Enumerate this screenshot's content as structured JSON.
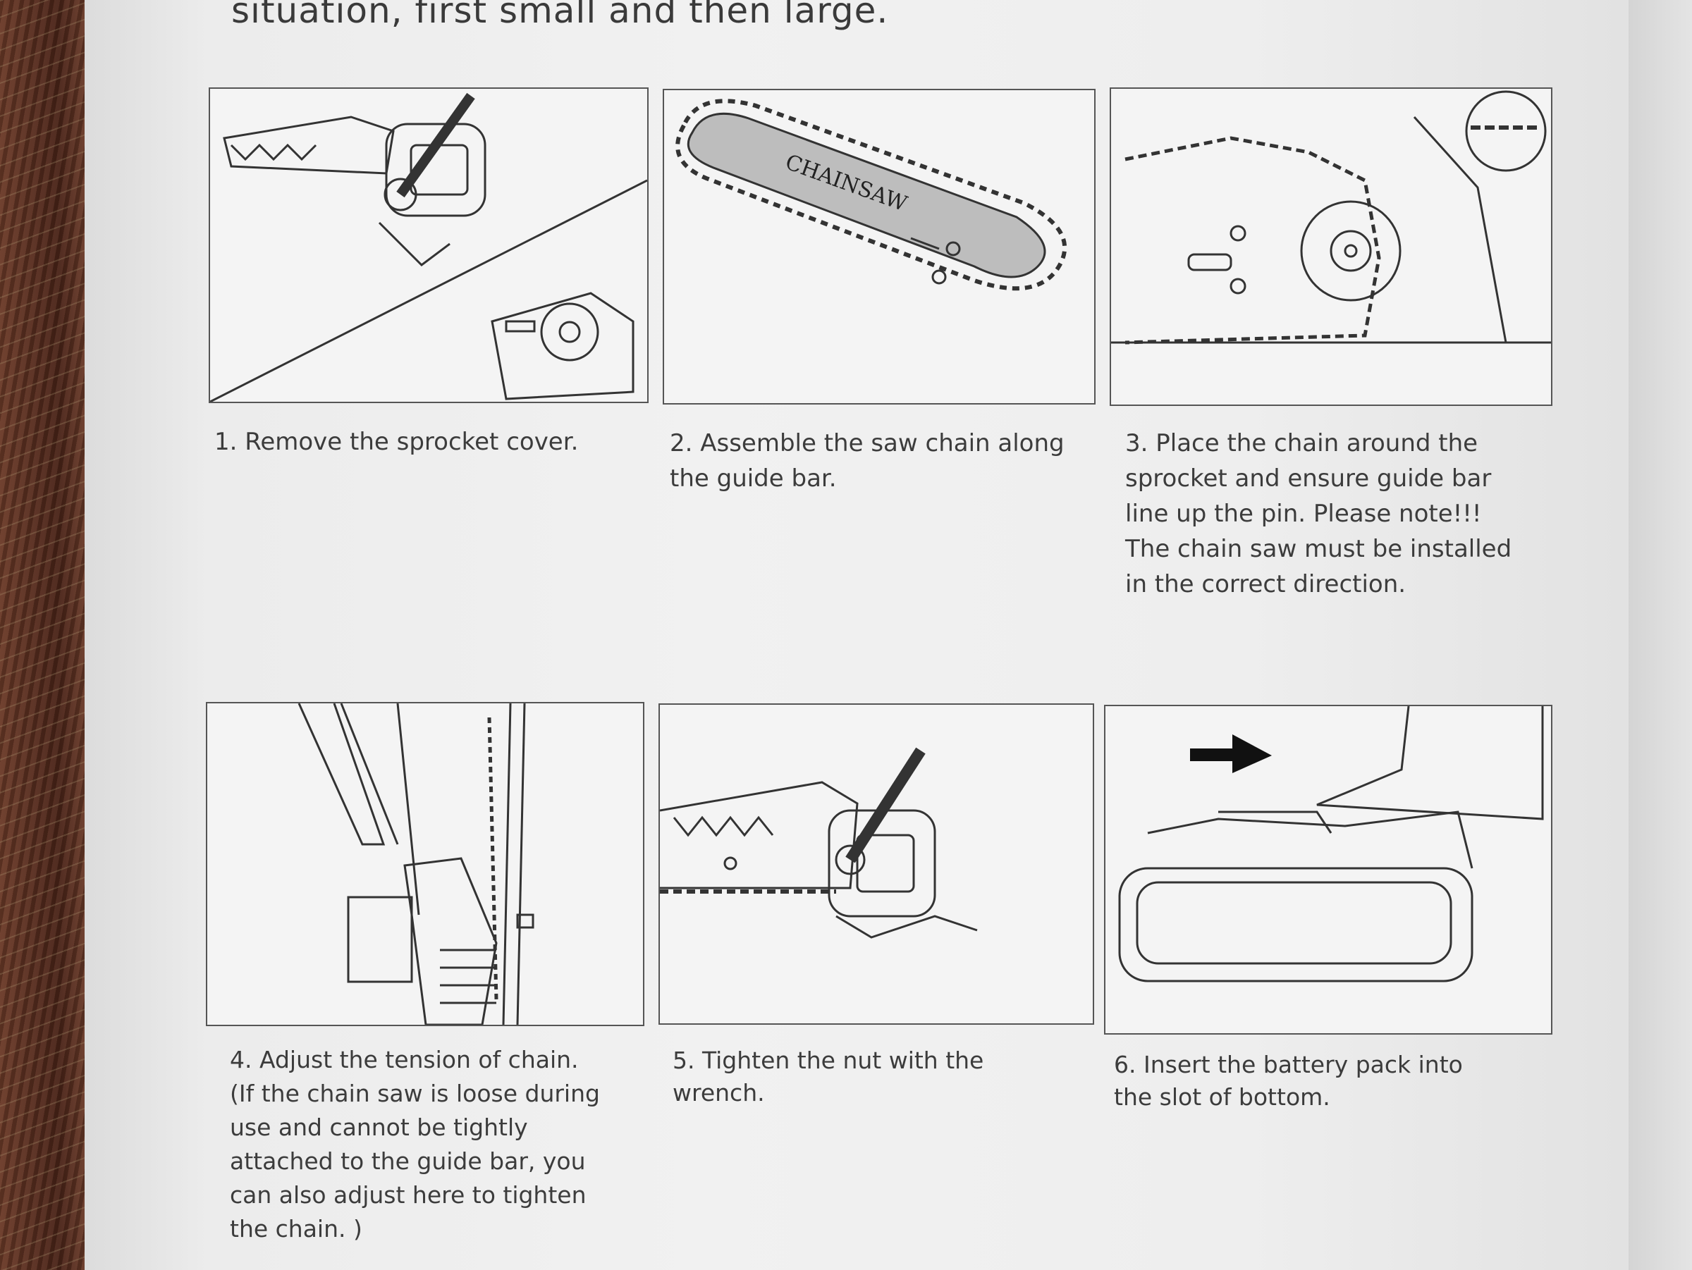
{
  "document": {
    "intro_fragment": "situation, first small and then large.",
    "steps": [
      {
        "lines": [
          "1. Remove the sprocket cover."
        ]
      },
      {
        "lines": [
          "2. Assemble the saw chain along",
          "the guide bar."
        ]
      },
      {
        "lines": [
          "3. Place the chain around the",
          "sprocket and ensure guide bar",
          "line up the pin. Please note!!!",
          "The chain saw must be installed",
          "in the correct direction."
        ]
      },
      {
        "lines": [
          "4. Adjust the tension of chain.",
          "(If the chain saw is loose during",
          "use and cannot be tightly",
          "attached to the guide bar, you",
          "can also adjust here to tighten",
          "the chain. )"
        ]
      },
      {
        "lines": [
          "5. Tighten the nut with the",
          "wrench."
        ]
      },
      {
        "lines": [
          "6. Insert the battery pack into",
          "the slot of bottom."
        ]
      }
    ],
    "bar_label": "CHAINSAW"
  }
}
